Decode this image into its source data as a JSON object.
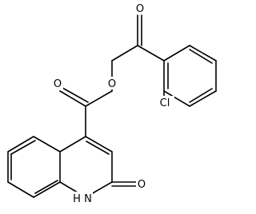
{
  "molecule": {
    "atoms": [
      {
        "id": "O_ketone",
        "label": "O"
      },
      {
        "id": "O_ester",
        "label": "O"
      },
      {
        "id": "O_carbonyl",
        "label": "O"
      },
      {
        "id": "Cl",
        "label": "Cl"
      },
      {
        "id": "NH",
        "label": "H"
      },
      {
        "id": "N",
        "label": "N"
      },
      {
        "id": "O_lactam",
        "label": "O"
      }
    ]
  }
}
